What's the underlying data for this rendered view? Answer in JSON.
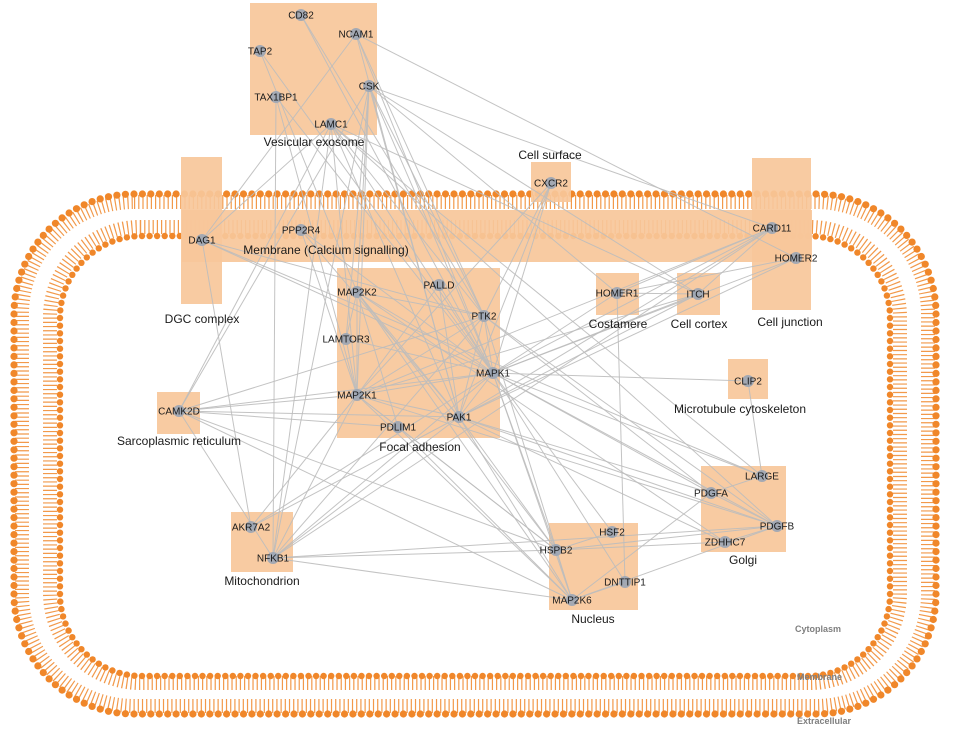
{
  "colors": {
    "membrane": "#F0872A",
    "compartment": "#F7C79A",
    "edge": "#BDBDBD",
    "node": "#9AA5B5"
  },
  "regions": {
    "cytoplasm": "Cytoplasm",
    "membrane": "Membrane",
    "extracellular": "Extracellular"
  },
  "compartments": [
    {
      "id": "vesicular",
      "label": "Vesicular exosome"
    },
    {
      "id": "cellsurface",
      "label": "Cell surface"
    },
    {
      "id": "dgc",
      "label": "DGC complex"
    },
    {
      "id": "membranecalcium",
      "label": "Membrane (Calcium signalling)"
    },
    {
      "id": "focal",
      "label": "Focal adhesion"
    },
    {
      "id": "costamere",
      "label": "Costamere"
    },
    {
      "id": "cortex",
      "label": "Cell cortex"
    },
    {
      "id": "junction",
      "label": "Cell junction"
    },
    {
      "id": "microtubule",
      "label": "Microtubule cytoskeleton"
    },
    {
      "id": "sarco",
      "label": "Sarcoplasmic reticulum"
    },
    {
      "id": "mito",
      "label": "Mitochondrion"
    },
    {
      "id": "nucleus",
      "label": "Nucleus"
    },
    {
      "id": "golgi",
      "label": "Golgi"
    }
  ],
  "genes": [
    {
      "id": "CD82",
      "label": "CD82"
    },
    {
      "id": "NCAM1",
      "label": "NCAM1"
    },
    {
      "id": "TAP2",
      "label": "TAP2"
    },
    {
      "id": "TAX1BP1",
      "label": "TAX1BP1"
    },
    {
      "id": "CSK",
      "label": "CSK"
    },
    {
      "id": "LAMC1",
      "label": "LAMC1"
    },
    {
      "id": "CXCR2",
      "label": "CXCR2"
    },
    {
      "id": "DAG1",
      "label": "DAG1"
    },
    {
      "id": "PPP2R4",
      "label": "PPP2R4"
    },
    {
      "id": "CARD11",
      "label": "CARD11"
    },
    {
      "id": "HOMER2",
      "label": "HOMER2"
    },
    {
      "id": "PALLD",
      "label": "PALLD"
    },
    {
      "id": "MAP2K2",
      "label": "MAP2K2"
    },
    {
      "id": "PTK2",
      "label": "PTK2"
    },
    {
      "id": "LAMTOR3",
      "label": "LAMTOR3"
    },
    {
      "id": "MAPK1",
      "label": "MAPK1"
    },
    {
      "id": "MAP2K1",
      "label": "MAP2K1"
    },
    {
      "id": "PAK1",
      "label": "PAK1"
    },
    {
      "id": "PDLIM1",
      "label": "PDLIM1"
    },
    {
      "id": "HOMER1",
      "label": "HOMER1"
    },
    {
      "id": "ITCH",
      "label": "ITCH"
    },
    {
      "id": "CLIP2",
      "label": "CLIP2"
    },
    {
      "id": "CAMK2D",
      "label": "CAMK2D"
    },
    {
      "id": "LARGE",
      "label": "LARGE"
    },
    {
      "id": "PDGFA",
      "label": "PDGFA"
    },
    {
      "id": "PDGFB",
      "label": "PDGFB"
    },
    {
      "id": "ZDHHC7",
      "label": "ZDHHC7"
    },
    {
      "id": "AKR7A2",
      "label": "AKR7A2"
    },
    {
      "id": "NFKB1",
      "label": "NFKB1"
    },
    {
      "id": "HSF2",
      "label": "HSF2"
    },
    {
      "id": "HSPB2",
      "label": "HSPB2"
    },
    {
      "id": "DNTTIP1",
      "label": "DNTTIP1"
    },
    {
      "id": "MAP2K6",
      "label": "MAP2K6"
    }
  ],
  "edges": [
    [
      "CSK",
      "MAPK1"
    ],
    [
      "CSK",
      "PTK2"
    ],
    [
      "CSK",
      "PAK1"
    ],
    [
      "CSK",
      "MAP2K1"
    ],
    [
      "CSK",
      "MAP2K2"
    ],
    [
      "CSK",
      "HOMER1"
    ],
    [
      "CSK",
      "ITCH"
    ],
    [
      "CSK",
      "CARD11"
    ],
    [
      "CSK",
      "CAMK2D"
    ],
    [
      "CSK",
      "NFKB1"
    ],
    [
      "CSK",
      "LAMTOR3"
    ],
    [
      "NCAM1",
      "MAPK1"
    ],
    [
      "NCAM1",
      "PTK2"
    ],
    [
      "NCAM1",
      "HOMER2"
    ],
    [
      "NCAM1",
      "PAK1"
    ],
    [
      "NCAM1",
      "DAG1"
    ],
    [
      "CD82",
      "MAPK1"
    ],
    [
      "CD82",
      "PTK2"
    ],
    [
      "TAX1BP1",
      "MAPK1"
    ],
    [
      "TAX1BP1",
      "NFKB1"
    ],
    [
      "TAX1BP1",
      "MAP2K1"
    ],
    [
      "LAMC1",
      "MAPK1"
    ],
    [
      "LAMC1",
      "DAG1"
    ],
    [
      "LAMC1",
      "PTK2"
    ],
    [
      "LAMC1",
      "CAMK2D"
    ],
    [
      "LAMC1",
      "MAP2K1"
    ],
    [
      "LAMC1",
      "PAK1"
    ],
    [
      "LAMC1",
      "LARGE"
    ],
    [
      "LAMC1",
      "ITCH"
    ],
    [
      "LAMC1",
      "NFKB1"
    ],
    [
      "LAMC1",
      "PDGFB"
    ],
    [
      "TAP2",
      "MAPK1"
    ],
    [
      "TAP2",
      "MAP2K2"
    ],
    [
      "CXCR2",
      "MAPK1"
    ],
    [
      "CXCR2",
      "PAK1"
    ],
    [
      "CXCR2",
      "PTK2"
    ],
    [
      "CXCR2",
      "MAP2K1"
    ],
    [
      "DAG1",
      "AKR7A2"
    ],
    [
      "DAG1",
      "MAPK1"
    ],
    [
      "DAG1",
      "LARGE"
    ],
    [
      "DAG1",
      "PTK2"
    ],
    [
      "PPP2R4",
      "MAPK1"
    ],
    [
      "PPP2R4",
      "MAP2K1"
    ],
    [
      "PPP2R4",
      "PAK1"
    ],
    [
      "CARD11",
      "MAPK1"
    ],
    [
      "CARD11",
      "NFKB1"
    ],
    [
      "CARD11",
      "MAP2K1"
    ],
    [
      "CARD11",
      "PAK1"
    ],
    [
      "HOMER2",
      "HOMER1"
    ],
    [
      "HOMER2",
      "MAPK1"
    ],
    [
      "HOMER2",
      "PAK1"
    ],
    [
      "MAP2K2",
      "MAPK1"
    ],
    [
      "MAP2K2",
      "MAP2K1"
    ],
    [
      "MAP2K2",
      "PAK1"
    ],
    [
      "MAP2K2",
      "PTK2"
    ],
    [
      "MAP2K2",
      "PDLIM1"
    ],
    [
      "MAP2K2",
      "MAP2K6"
    ],
    [
      "MAP2K2",
      "HSPB2"
    ],
    [
      "MAP2K2",
      "ZDHHC7"
    ],
    [
      "PALLD",
      "MAPK1"
    ],
    [
      "PALLD",
      "PAK1"
    ],
    [
      "PALLD",
      "MAP2K1"
    ],
    [
      "PTK2",
      "MAPK1"
    ],
    [
      "PTK2",
      "PAK1"
    ],
    [
      "PTK2",
      "MAP2K1"
    ],
    [
      "PTK2",
      "CAMK2D"
    ],
    [
      "PTK2",
      "NFKB1"
    ],
    [
      "PTK2",
      "PDGFB"
    ],
    [
      "PTK2",
      "PDGFA"
    ],
    [
      "PTK2",
      "MAP2K6"
    ],
    [
      "LAMTOR3",
      "MAPK1"
    ],
    [
      "LAMTOR3",
      "MAP2K1"
    ],
    [
      "LAMTOR3",
      "MAP2K2"
    ],
    [
      "MAPK1",
      "MAP2K1"
    ],
    [
      "MAPK1",
      "PAK1"
    ],
    [
      "MAPK1",
      "CAMK2D"
    ],
    [
      "MAPK1",
      "HOMER1"
    ],
    [
      "MAPK1",
      "ITCH"
    ],
    [
      "MAPK1",
      "NFKB1"
    ],
    [
      "MAPK1",
      "HSF2"
    ],
    [
      "MAPK1",
      "HSPB2"
    ],
    [
      "MAPK1",
      "MAP2K6"
    ],
    [
      "MAPK1",
      "PDGFA"
    ],
    [
      "MAPK1",
      "PDGFB"
    ],
    [
      "MAPK1",
      "LARGE"
    ],
    [
      "MAPK1",
      "CLIP2"
    ],
    [
      "MAPK1",
      "AKR7A2"
    ],
    [
      "MAPK1",
      "DNTTIP1"
    ],
    [
      "MAP2K1",
      "CAMK2D"
    ],
    [
      "MAP2K1",
      "PAK1"
    ],
    [
      "MAP2K1",
      "PDLIM1"
    ],
    [
      "MAP2K1",
      "NFKB1"
    ],
    [
      "MAP2K1",
      "MAP2K6"
    ],
    [
      "MAP2K1",
      "HSPB2"
    ],
    [
      "MAP2K1",
      "PDGFB"
    ],
    [
      "PAK1",
      "CAMK2D"
    ],
    [
      "PAK1",
      "PDGFB"
    ],
    [
      "PAK1",
      "PDGFA"
    ],
    [
      "PAK1",
      "MAP2K6"
    ],
    [
      "PAK1",
      "HSPB2"
    ],
    [
      "PAK1",
      "NFKB1"
    ],
    [
      "PAK1",
      "ZDHHC7"
    ],
    [
      "PDLIM1",
      "MAP2K6"
    ],
    [
      "PDLIM1",
      "HSPB2"
    ],
    [
      "HOMER1",
      "DNTTIP1"
    ],
    [
      "HOMER1",
      "ITCH"
    ],
    [
      "HOMER1",
      "CARD11"
    ],
    [
      "ITCH",
      "PAK1"
    ],
    [
      "ITCH",
      "MAP2K1"
    ],
    [
      "ITCH",
      "CARD11"
    ],
    [
      "CAMK2D",
      "MAP2K6"
    ],
    [
      "CAMK2D",
      "NFKB1"
    ],
    [
      "CAMK2D",
      "HSPB2"
    ],
    [
      "CAMK2D",
      "PDLIM1"
    ],
    [
      "NFKB1",
      "HSPB2"
    ],
    [
      "NFKB1",
      "MAP2K6"
    ],
    [
      "NFKB1",
      "PDGFB"
    ],
    [
      "HSPB2",
      "PDGFB"
    ],
    [
      "HSPB2",
      "HSF2"
    ],
    [
      "HSPB2",
      "MAP2K6"
    ],
    [
      "HSPB2",
      "ZDHHC7"
    ],
    [
      "MAP2K6",
      "DNTTIP1"
    ],
    [
      "MAP2K6",
      "PDGFA"
    ],
    [
      "MAP2K6",
      "PDGFB"
    ],
    [
      "PDGFA",
      "PDGFB"
    ],
    [
      "PDGFA",
      "LARGE"
    ],
    [
      "PDGFB",
      "ZDHHC7"
    ],
    [
      "LARGE",
      "CLIP2"
    ],
    [
      "AKR7A2",
      "MAP2K1"
    ],
    [
      "AKR7A2",
      "PAK1"
    ]
  ]
}
